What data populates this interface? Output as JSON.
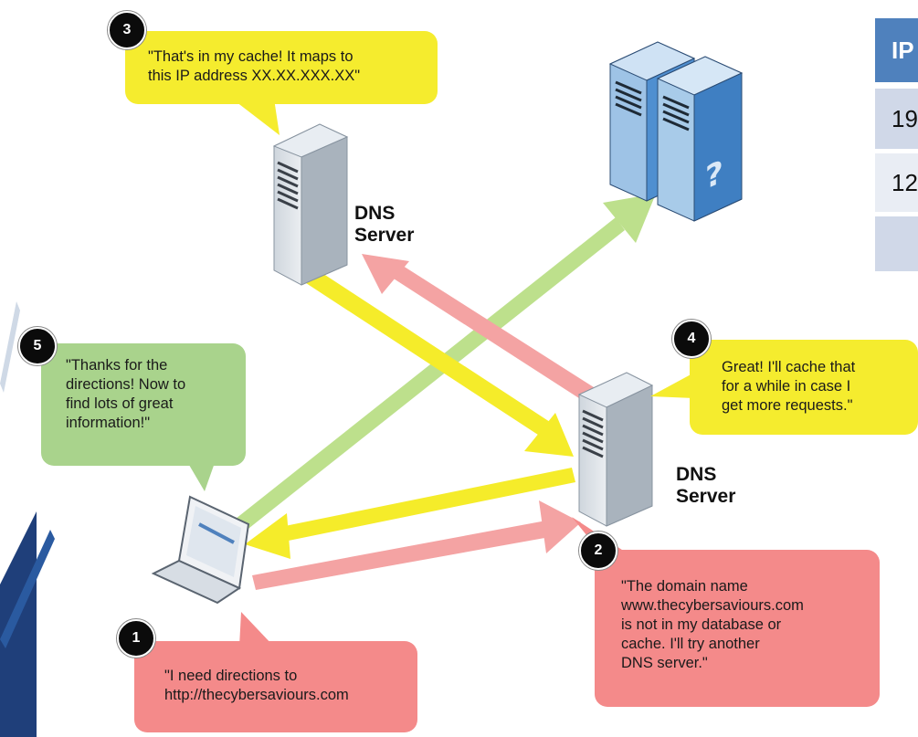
{
  "steps": [
    {
      "number": "1",
      "text": "\"I need directions to\nhttp://thecybersaviours.com"
    },
    {
      "number": "2",
      "text": "\"The domain name\nwww.thecybersaviours.com\nis not in my database or\ncache. I'll try another\nDNS server.\""
    },
    {
      "number": "3",
      "text": "\"That's in my cache! It maps to\nthis IP address XX.XX.XXX.XX\""
    },
    {
      "number": "4",
      "text": "Great! I'll cache that\nfor a while in case I\nget more requests.\""
    },
    {
      "number": "5",
      "text": "\"Thanks for the\ndirections! Now to\nfind lots of great\ninformation!\""
    }
  ],
  "servers": {
    "dns_top_label": "DNS\nServer",
    "dns_right_label": "DNS\nServer",
    "web_server_badge": "?"
  },
  "side_table": {
    "header": "IP",
    "rows": [
      "19",
      "12",
      ""
    ]
  },
  "colors": {
    "request_arrow": "#f4a3a3",
    "response_arrow": "#f5ec2a",
    "connect_arrow": "#bde08c",
    "bubble_red": "#f48a8a",
    "bubble_yellow": "#f5ec2e",
    "bubble_green": "#a9d38c",
    "table_header": "#4f81bd",
    "table_row": "#d0d8e8"
  }
}
